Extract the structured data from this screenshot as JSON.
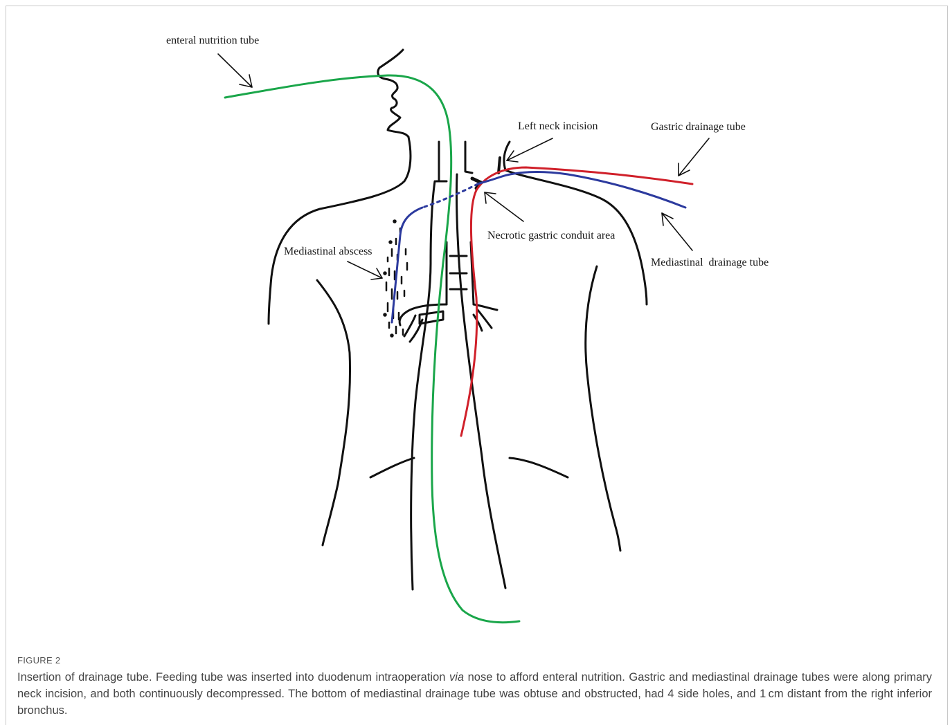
{
  "labels": {
    "enteral": "enteral nutrition tube",
    "left_neck": "Left neck incision",
    "gastric": "Gastric drainage tube",
    "necrotic": "Necrotic gastric conduit area",
    "abscess": "Mediastinal abscess",
    "mediastinal": "Mediastinal  drainage tube"
  },
  "caption": {
    "figure_label": "FIGURE 2",
    "text_before": "Insertion of drainage tube. Feeding tube was inserted into duodenum intraoperation ",
    "text_italic": "via",
    "text_after": " nose to afford enteral nutrition. Gastric and mediastinal drainage tubes were along primary neck incision, and both continuously decompressed. The bottom of mediastinal drainage tube was obtuse and obstructed, had 4 side holes, and 1 cm distant from the right inferior bronchus."
  },
  "colors": {
    "outline": "#111111",
    "enteral_tube": "#1aa64a",
    "gastric_tube": "#d0202a",
    "mediastinal_tube": "#2c3a9e"
  }
}
